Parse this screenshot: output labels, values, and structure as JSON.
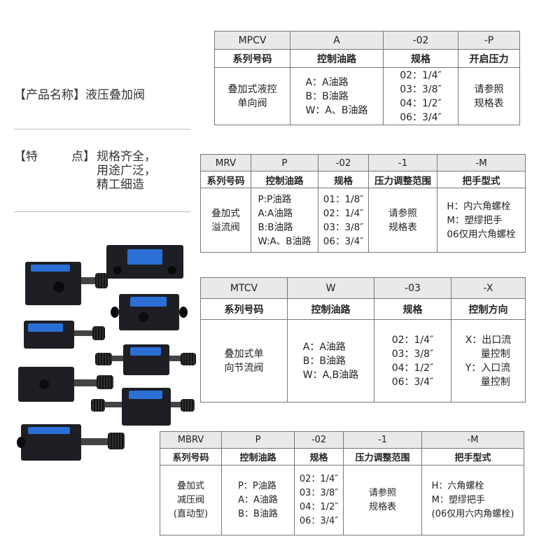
{
  "info": {
    "name_label": "【产品名称】",
    "name_value": "液压叠加阀",
    "feature_label_open": "【特",
    "feature_label_close": "点】",
    "feature_lines": [
      "规格齐全，",
      "用途广泛，",
      "精工细造"
    ]
  },
  "mpcv": {
    "codes": [
      "MPCV",
      "A",
      "-02",
      "-P"
    ],
    "headers": [
      "系列号码",
      "控制油路",
      "规格",
      "开启压力"
    ],
    "series": [
      "叠加式液控",
      "单向阀"
    ],
    "circuits": [
      "A：A油路",
      "B：B油路",
      "W：A、B油路"
    ],
    "sizes": [
      "02：1/4″",
      "03：3/8″",
      "04：1/2″",
      "06：3/4″"
    ],
    "pressure": [
      "请参照",
      "规格表"
    ]
  },
  "mrv": {
    "codes": [
      "MRV",
      "P",
      "-02",
      "-1",
      "-M"
    ],
    "headers": [
      "系列号码",
      "控制油路",
      "规格",
      "压力调整范围",
      "把手型式"
    ],
    "series": [
      "叠加式",
      "溢流阀"
    ],
    "circuits": [
      "P:P油路",
      "A:A油路",
      "B:B油路",
      "W:A、B油路"
    ],
    "sizes": [
      "01：1/8″",
      "02：1/4″",
      "03：3/8″",
      "06：3/4″"
    ],
    "range": [
      "请参照",
      "规格表"
    ],
    "handles": [
      "H：内六角螺栓",
      "M：塑缪把手",
      "06仅用六角螺栓"
    ]
  },
  "mtcv": {
    "codes": [
      "MTCV",
      "W",
      "-03",
      "-X"
    ],
    "headers": [
      "系列号码",
      "控制油路",
      "规格",
      "控制方向"
    ],
    "series": [
      "叠加式单",
      "向节流阀"
    ],
    "circuits": [
      "A：A油路",
      "B：B油路",
      "W：A,B油路"
    ],
    "sizes": [
      "02：1/4″",
      "03：3/8″",
      "04：1/2″",
      "06：3/4″"
    ],
    "directions": [
      "X：出口流",
      "量控制",
      "Y：入口流",
      "量控制"
    ]
  },
  "mbrv": {
    "codes": [
      "MBRV",
      "P",
      "-02",
      "-1",
      "-M"
    ],
    "headers": [
      "系列号码",
      "控制油路",
      "规格",
      "压力调整范围",
      "把手型式"
    ],
    "series": [
      "叠加式",
      "减压阀",
      "(直动型)"
    ],
    "circuits": [
      "P：P油路",
      "A：A油路",
      "B：B油路"
    ],
    "sizes": [
      "02：1/4″",
      "03：3/8″",
      "04：1/2″",
      "06：3/4″"
    ],
    "range": [
      "请参照",
      "规格表"
    ],
    "handles": [
      "H：六角螺栓",
      "M：塑缪把手",
      "(06仅用六内角螺栓)"
    ]
  },
  "colors": {
    "valve_body": "#1d1f24",
    "valve_plate": "#2b6fd6",
    "code_row_bg": "#e9e9e9",
    "border": "#777777"
  }
}
